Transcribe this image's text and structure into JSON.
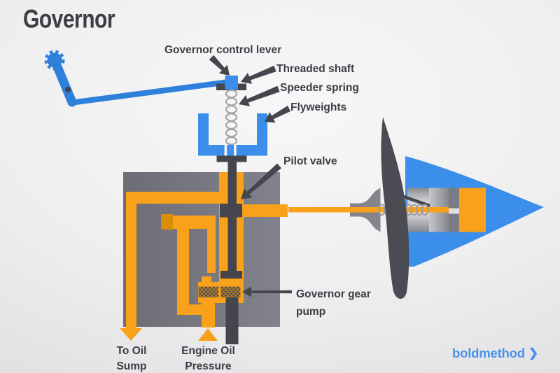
{
  "title": "Governor",
  "labels": {
    "control_lever": "Governor control lever",
    "threaded_shaft": "Threaded shaft",
    "speeder_spring": "Speeder spring",
    "flyweights": "Flyweights",
    "pilot_valve": "Pilot valve",
    "gear_pump": "Governor gear pump",
    "to_oil_sump": "To Oil Sump",
    "engine_oil_pressure": "Engine Oil Pressure"
  },
  "logo": {
    "text": "boldmethod",
    "chevron": "❯"
  },
  "colors": {
    "oil_orange": "#F9A11B",
    "dark_orange": "#D98E06",
    "part_blue": "#3B8EE9",
    "lever_blue": "#2E80DA",
    "dark_gray": "#45454D",
    "blade_gray": "#4B4B53",
    "label_gray": "#3C3C44",
    "logo_blue": "#4C92E9"
  }
}
